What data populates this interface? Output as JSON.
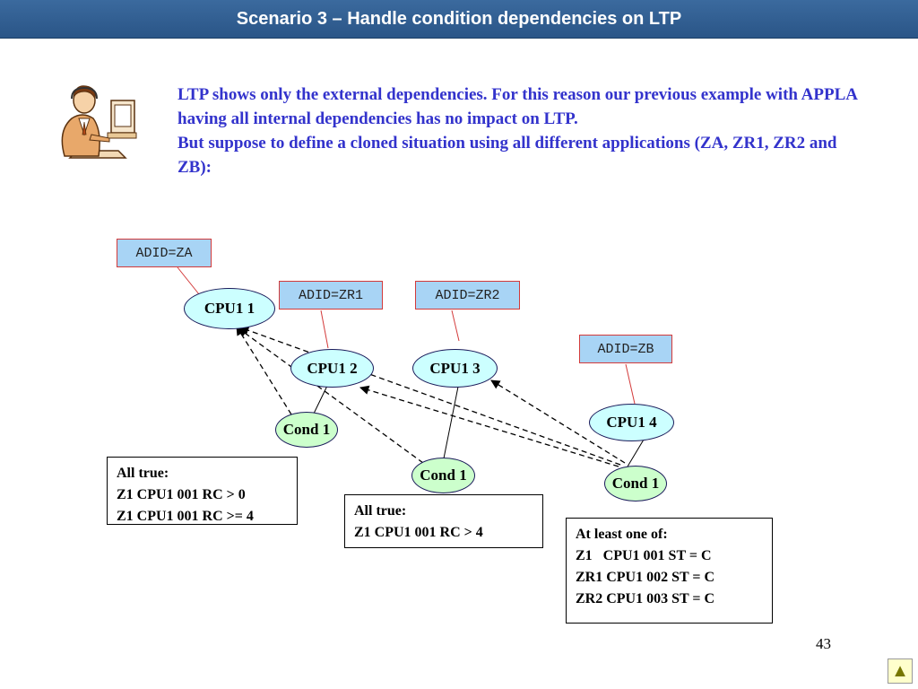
{
  "title": "Scenario 3 – Handle condition dependencies on LTP",
  "intro": {
    "para1": "LTP shows only the external dependencies. For this reason our previous example with APPLA having all internal dependencies has no impact on LTP.",
    "para2": "But suppose to define a cloned situation using all different applications (ZA, ZR1, ZR2 and ZB):"
  },
  "adids": {
    "za": "ADID=ZA",
    "zr1": "ADID=ZR1",
    "zr2": "ADID=ZR2",
    "zb": "ADID=ZB"
  },
  "nodes": {
    "cpu1_1": "CPU1 1",
    "cpu1_2": "CPU1 2",
    "cpu1_3": "CPU1 3",
    "cpu1_4": "CPU1 4",
    "cond_zr1": "Cond 1",
    "cond_zr2": "Cond 1",
    "cond_zb": "Cond 1"
  },
  "condition_boxes": {
    "zr1": {
      "header": "All true:",
      "lines": [
        "Z1 CPU1 001 RC > 0",
        "Z1 CPU1 001 RC >= 4"
      ]
    },
    "zr2": {
      "header": "All true:",
      "lines": [
        "Z1 CPU1 001 RC > 4"
      ]
    },
    "zb": {
      "header": "At least one of:",
      "lines": [
        "Z1   CPU1 001 ST = C",
        "ZR1 CPU1 002 ST = C",
        "ZR2 CPU1 003 ST = C"
      ]
    }
  },
  "page_number": "43",
  "nav_icon": "triangle-up-icon",
  "colors": {
    "title_bar": "#2f5f95",
    "intro_text": "#3333cc",
    "adid_fill": "#a8d4f5",
    "adid_border": "#d33a3a",
    "job_fill": "#ccffff",
    "cond_fill": "#ccffcc"
  }
}
